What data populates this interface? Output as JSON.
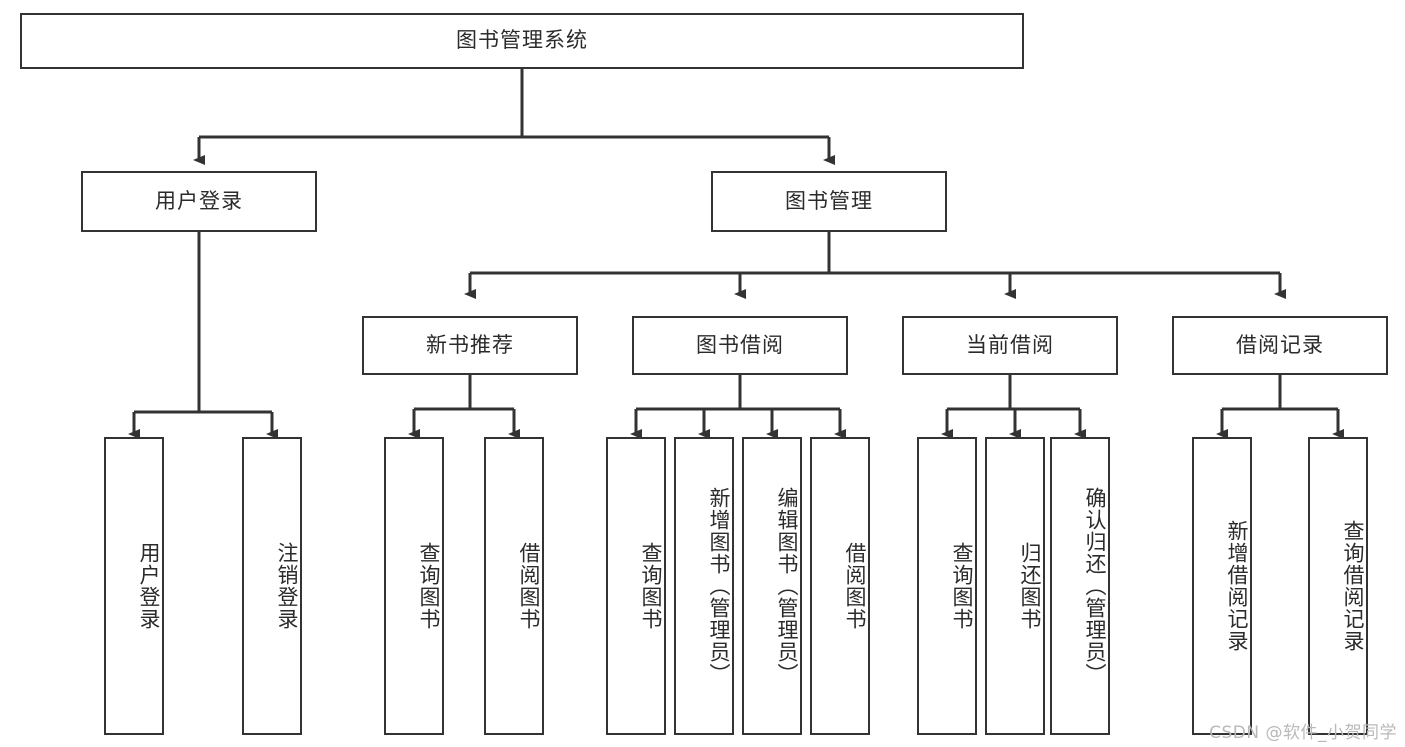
{
  "diagram": {
    "title": "图书管理系统",
    "type": "tree-hierarchy-chart",
    "watermark": "CSDN @软件_小贺同学",
    "colors": {
      "box_border": "#333333",
      "box_fill": "#ffffff",
      "edge": "#333333",
      "text": "#2b2b2b",
      "watermark": "#b9b9b9",
      "background": "#ffffff"
    },
    "nodes": {
      "root": {
        "label": "图书管理系统"
      },
      "level2": [
        {
          "id": "user-login",
          "label": "用户登录"
        },
        {
          "id": "book-manage",
          "label": "图书管理"
        }
      ],
      "level3": [
        {
          "id": "new-book-recommend",
          "label": "新书推荐"
        },
        {
          "id": "book-borrow",
          "label": "图书借阅"
        },
        {
          "id": "current-borrow",
          "label": "当前借阅"
        },
        {
          "id": "borrow-record",
          "label": "借阅记录"
        }
      ],
      "leaves": {
        "user-login": [
          {
            "id": "leaf-user-login",
            "label": "用户登录"
          },
          {
            "id": "leaf-logout-login",
            "label": "注销登录"
          }
        ],
        "new-book-recommend": [
          {
            "id": "leaf-query-book-1",
            "label": "查询图书"
          },
          {
            "id": "leaf-borrow-book-1",
            "label": "借阅图书"
          }
        ],
        "book-borrow": [
          {
            "id": "leaf-query-book-2",
            "label": "查询图书"
          },
          {
            "id": "leaf-add-book",
            "label": "新增图书（管理员）"
          },
          {
            "id": "leaf-edit-book",
            "label": "编辑图书（管理员）"
          },
          {
            "id": "leaf-borrow-book-2",
            "label": "借阅图书"
          }
        ],
        "current-borrow": [
          {
            "id": "leaf-query-book-3",
            "label": "查询图书"
          },
          {
            "id": "leaf-return-book",
            "label": "归还图书"
          },
          {
            "id": "leaf-confirm-return",
            "label": "确认归还（管理员）"
          }
        ],
        "borrow-record": [
          {
            "id": "leaf-add-record",
            "label": "新增借阅记录"
          },
          {
            "id": "leaf-query-record",
            "label": "查询借阅记录"
          }
        ]
      }
    }
  }
}
